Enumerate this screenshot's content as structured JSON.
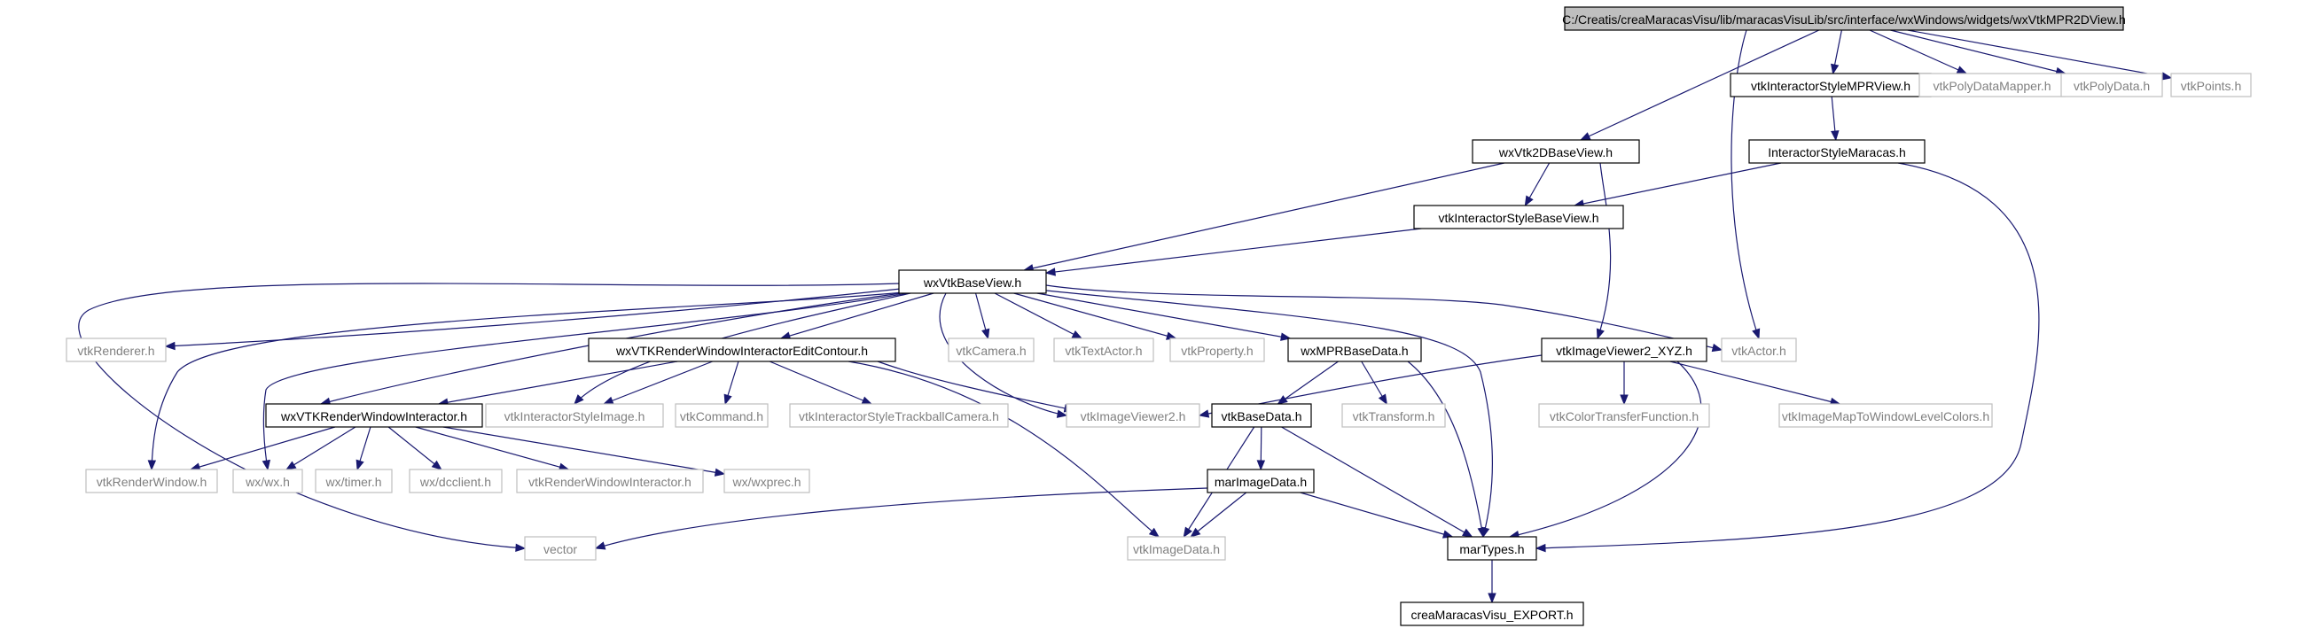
{
  "nodes": [
    {
      "id": "root",
      "label": "C:/Creatis/creaMaracasVisu/lib/maracasVisuLib/src/interface/wxWindows/widgets/wxVtkMPR2DView.h",
      "kind": "root"
    },
    {
      "id": "wxVtk2DBaseView",
      "label": "wxVtk2DBaseView.h",
      "kind": "internal"
    },
    {
      "id": "vtkInteractorStyleMPRView",
      "label": "vtkInteractorStyleMPRView.h",
      "kind": "internal"
    },
    {
      "id": "vtkPolyDataMapper",
      "label": "vtkPolyDataMapper.h",
      "kind": "external"
    },
    {
      "id": "vtkPolyData",
      "label": "vtkPolyData.h",
      "kind": "external"
    },
    {
      "id": "vtkPoints",
      "label": "vtkPoints.h",
      "kind": "external"
    },
    {
      "id": "InteractorStyleMaracas",
      "label": "InteractorStyleMaracas.h",
      "kind": "internal"
    },
    {
      "id": "vtkInteractorStyleBaseView",
      "label": "vtkInteractorStyleBaseView.h",
      "kind": "internal"
    },
    {
      "id": "wxVtkBaseView",
      "label": "wxVtkBaseView.h",
      "kind": "internal"
    },
    {
      "id": "vtkRenderer",
      "label": "vtkRenderer.h",
      "kind": "external"
    },
    {
      "id": "wxVTKRenderWindowInteractorEditContour",
      "label": "wxVTKRenderWindowInteractorEditContour.h",
      "kind": "internal"
    },
    {
      "id": "vtkCamera",
      "label": "vtkCamera.h",
      "kind": "external"
    },
    {
      "id": "vtkTextActor",
      "label": "vtkTextActor.h",
      "kind": "external"
    },
    {
      "id": "vtkProperty",
      "label": "vtkProperty.h",
      "kind": "external"
    },
    {
      "id": "wxMPRBaseData",
      "label": "wxMPRBaseData.h",
      "kind": "internal"
    },
    {
      "id": "vtkImageViewer2_XYZ",
      "label": "vtkImageViewer2_XYZ.h",
      "kind": "internal"
    },
    {
      "id": "vtkActor",
      "label": "vtkActor.h",
      "kind": "external"
    },
    {
      "id": "wxVTKRenderWindowInteractor",
      "label": "wxVTKRenderWindowInteractor.h",
      "kind": "internal"
    },
    {
      "id": "vtkInteractorStyleImage",
      "label": "vtkInteractorStyleImage.h",
      "kind": "external"
    },
    {
      "id": "vtkCommand",
      "label": "vtkCommand.h",
      "kind": "external"
    },
    {
      "id": "vtkInteractorStyleTrackballCamera",
      "label": "vtkInteractorStyleTrackballCamera.h",
      "kind": "external"
    },
    {
      "id": "vtkImageViewer2",
      "label": "vtkImageViewer2.h",
      "kind": "external"
    },
    {
      "id": "vtkBaseData",
      "label": "vtkBaseData.h",
      "kind": "internal"
    },
    {
      "id": "vtkTransform",
      "label": "vtkTransform.h",
      "kind": "external"
    },
    {
      "id": "vtkColorTransferFunction",
      "label": "vtkColorTransferFunction.h",
      "kind": "external"
    },
    {
      "id": "vtkImageMapToWindowLevelColors",
      "label": "vtkImageMapToWindowLevelColors.h",
      "kind": "external"
    },
    {
      "id": "vtkRenderWindow",
      "label": "vtkRenderWindow.h",
      "kind": "external"
    },
    {
      "id": "wx_wx",
      "label": "wx/wx.h",
      "kind": "external"
    },
    {
      "id": "wx_timer",
      "label": "wx/timer.h",
      "kind": "external"
    },
    {
      "id": "wx_dcclient",
      "label": "wx/dcclient.h",
      "kind": "external"
    },
    {
      "id": "vtkRenderWindowInteractor",
      "label": "vtkRenderWindowInteractor.h",
      "kind": "external"
    },
    {
      "id": "wx_wxprec",
      "label": "wx/wxprec.h",
      "kind": "external"
    },
    {
      "id": "marImageData",
      "label": "marImageData.h",
      "kind": "internal"
    },
    {
      "id": "vector",
      "label": "vector",
      "kind": "external"
    },
    {
      "id": "vtkImageData",
      "label": "vtkImageData.h",
      "kind": "external"
    },
    {
      "id": "marTypes",
      "label": "marTypes.h",
      "kind": "internal"
    },
    {
      "id": "creaMaracasVisu_EXPORT",
      "label": "creaMaracasVisu_EXPORT.h",
      "kind": "internal"
    }
  ],
  "edges": [
    [
      "root",
      "wxVtk2DBaseView"
    ],
    [
      "root",
      "vtkInteractorStyleMPRView"
    ],
    [
      "root",
      "vtkPolyDataMapper"
    ],
    [
      "root",
      "vtkPolyData"
    ],
    [
      "root",
      "vtkPoints"
    ],
    [
      "root",
      "vtkActor"
    ],
    [
      "vtkInteractorStyleMPRView",
      "InteractorStyleMaracas"
    ],
    [
      "InteractorStyleMaracas",
      "vtkInteractorStyleBaseView"
    ],
    [
      "InteractorStyleMaracas",
      "marTypes"
    ],
    [
      "wxVtk2DBaseView",
      "vtkInteractorStyleBaseView"
    ],
    [
      "wxVtk2DBaseView",
      "wxVtkBaseView"
    ],
    [
      "wxVtk2DBaseView",
      "vtkImageViewer2_XYZ"
    ],
    [
      "vtkInteractorStyleBaseView",
      "wxVtkBaseView"
    ],
    [
      "wxVtkBaseView",
      "vtkRenderer"
    ],
    [
      "wxVtkBaseView",
      "wxVTKRenderWindowInteractorEditContour"
    ],
    [
      "wxVtkBaseView",
      "vtkCamera"
    ],
    [
      "wxVtkBaseView",
      "vtkTextActor"
    ],
    [
      "wxVtkBaseView",
      "vtkProperty"
    ],
    [
      "wxVtkBaseView",
      "wxMPRBaseData"
    ],
    [
      "wxVtkBaseView",
      "vtkActor"
    ],
    [
      "wxVtkBaseView",
      "wxVTKRenderWindowInteractor"
    ],
    [
      "wxVtkBaseView",
      "vtkInteractorStyleImage"
    ],
    [
      "wxVtkBaseView",
      "vtkImageViewer2"
    ],
    [
      "wxVtkBaseView",
      "vtkRenderWindow"
    ],
    [
      "wxVtkBaseView",
      "wx_wx"
    ],
    [
      "wxVtkBaseView",
      "vector"
    ],
    [
      "wxVtkBaseView",
      "marTypes"
    ],
    [
      "wxVTKRenderWindowInteractorEditContour",
      "wxVTKRenderWindowInteractor"
    ],
    [
      "wxVTKRenderWindowInteractorEditContour",
      "vtkInteractorStyleImage"
    ],
    [
      "wxVTKRenderWindowInteractorEditContour",
      "vtkCommand"
    ],
    [
      "wxVTKRenderWindowInteractorEditContour",
      "vtkInteractorStyleTrackballCamera"
    ],
    [
      "wxVTKRenderWindowInteractorEditContour",
      "vtkImageViewer2"
    ],
    [
      "wxVTKRenderWindowInteractorEditContour",
      "vtkImageData"
    ],
    [
      "wxVTKRenderWindowInteractor",
      "vtkRenderWindow"
    ],
    [
      "wxVTKRenderWindowInteractor",
      "wx_wx"
    ],
    [
      "wxVTKRenderWindowInteractor",
      "wx_timer"
    ],
    [
      "wxVTKRenderWindowInteractor",
      "wx_dcclient"
    ],
    [
      "wxVTKRenderWindowInteractor",
      "vtkRenderWindowInteractor"
    ],
    [
      "wxVTKRenderWindowInteractor",
      "wx_wxprec"
    ],
    [
      "wxMPRBaseData",
      "vtkBaseData"
    ],
    [
      "wxMPRBaseData",
      "vtkTransform"
    ],
    [
      "wxMPRBaseData",
      "marTypes"
    ],
    [
      "vtkImageViewer2_XYZ",
      "vtkImageViewer2"
    ],
    [
      "vtkImageViewer2_XYZ",
      "vtkColorTransferFunction"
    ],
    [
      "vtkImageViewer2_XYZ",
      "vtkImageMapToWindowLevelColors"
    ],
    [
      "vtkImageViewer2_XYZ",
      "marTypes"
    ],
    [
      "vtkBaseData",
      "marImageData"
    ],
    [
      "vtkBaseData",
      "vtkImageData"
    ],
    [
      "vtkBaseData",
      "marTypes"
    ],
    [
      "marImageData",
      "vector"
    ],
    [
      "marImageData",
      "vtkImageData"
    ],
    [
      "marImageData",
      "marTypes"
    ],
    [
      "marTypes",
      "creaMaracasVisu_EXPORT"
    ]
  ]
}
